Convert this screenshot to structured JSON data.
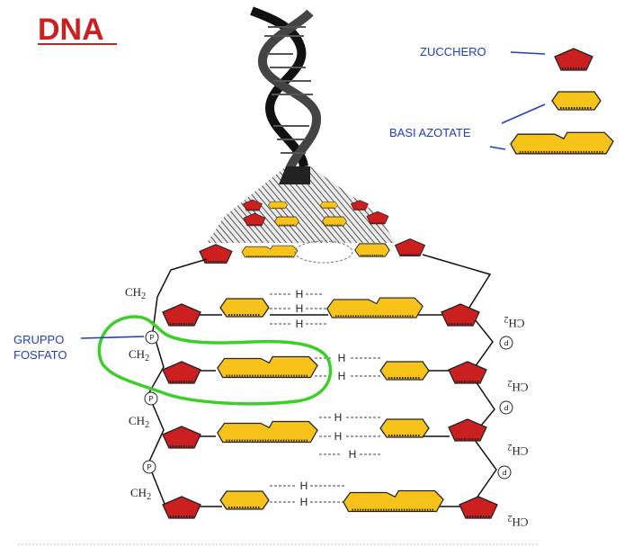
{
  "title": "DNA",
  "labels": {
    "sugar": "ZUCCHERO",
    "bases": "BASI AZOTATE",
    "phosphate_line1": "GRUPPO",
    "phosphate_line2": "FOSFATO"
  },
  "chem": {
    "ch2": "CH",
    "sub2": "2",
    "hydrogen": "H",
    "phosphate": "P"
  },
  "colors": {
    "sugar": "#cc1f1f",
    "base": "#f7c21a",
    "highlight": "#3ccf2a",
    "label": "#1f3fbf",
    "title": "#cc1f1f"
  }
}
